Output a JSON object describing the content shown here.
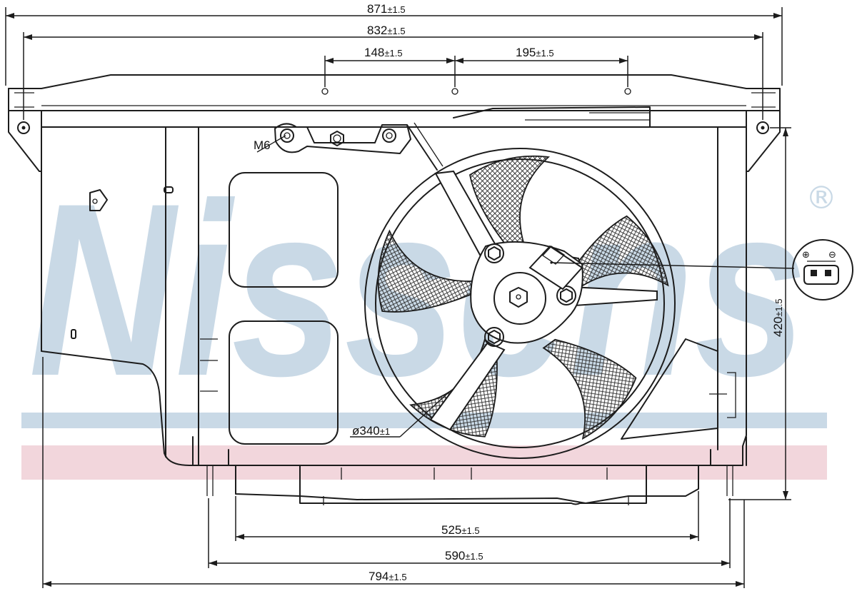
{
  "watermark": {
    "brand": "Nissens",
    "registered_mark": "®",
    "brand_color": "#c9d9e6",
    "stripe_blue": "#c9d9e6",
    "stripe_pink": "#f2d6dc"
  },
  "dimensions": {
    "overall_width": {
      "value": "871",
      "tol": "±1.5"
    },
    "mount_spacing": {
      "value": "832",
      "tol": "±1.5"
    },
    "hole_left": {
      "value": "148",
      "tol": "±1.5"
    },
    "hole_right": {
      "value": "195",
      "tol": "±1.5"
    },
    "height": {
      "value": "420",
      "tol": "±1.5"
    },
    "lower_inner": {
      "value": "525",
      "tol": "±1.5"
    },
    "lower_mid": {
      "value": "590",
      "tol": "±1.5"
    },
    "lower_outer": {
      "value": "794",
      "tol": "±1.5"
    }
  },
  "labels": {
    "bolt": "M6",
    "fan_diameter": "ø340",
    "fan_diameter_tol": "±1"
  },
  "connector": {
    "plus": "⊕",
    "minus": "⊖"
  }
}
